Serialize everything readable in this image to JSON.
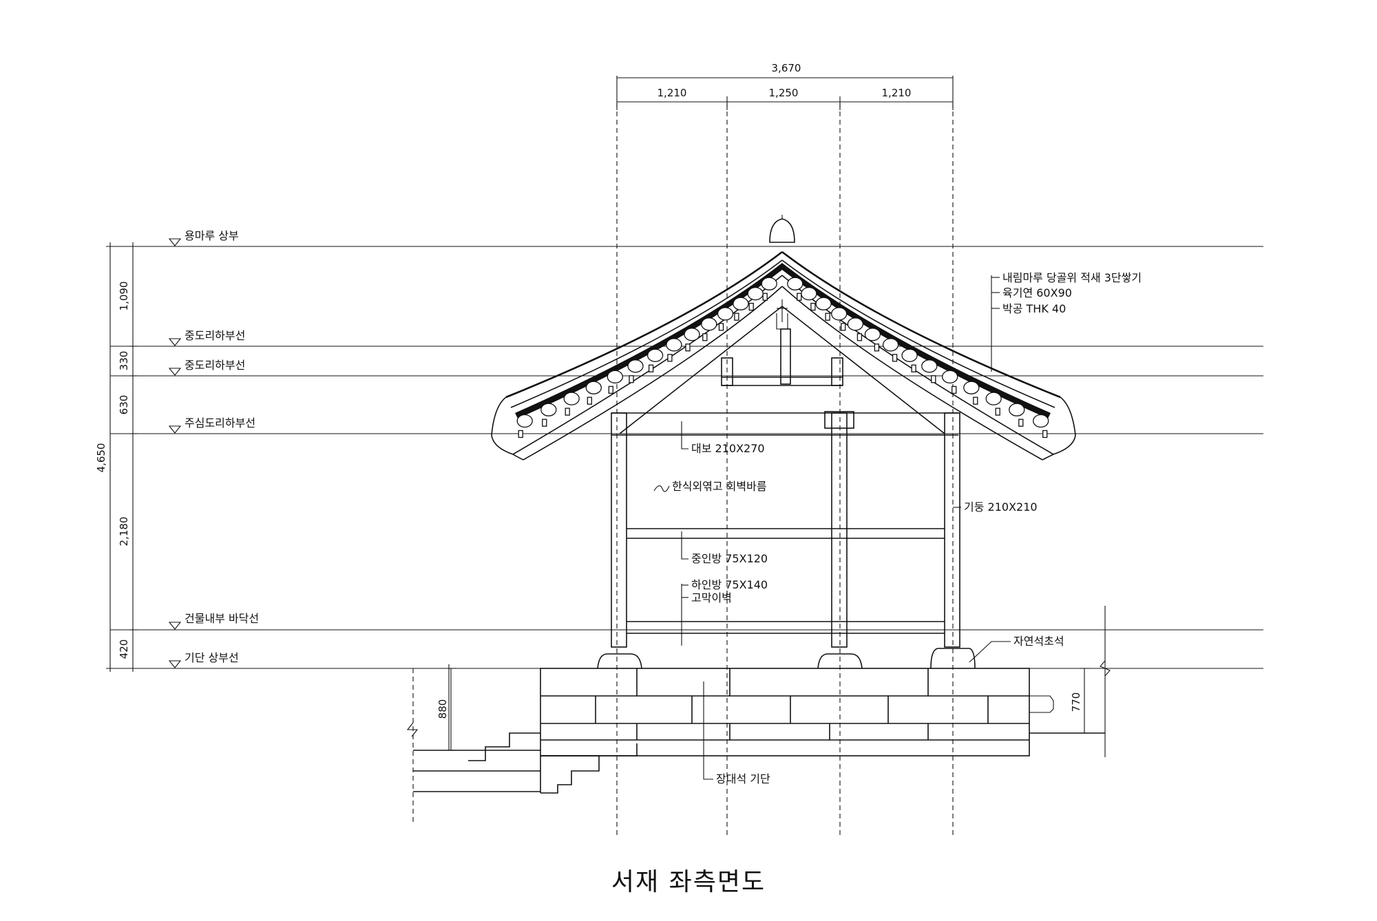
{
  "title": "서재 좌측면도",
  "top_dimensions": {
    "total": "3,670",
    "segments": [
      "1,210",
      "1,250",
      "1,210"
    ]
  },
  "level_labels": {
    "ridge_top": "용마루 상부",
    "middle_purlin_1": "중도리하부선",
    "middle_purlin_2": "중도리하부선",
    "main_purlin": "주심도리하부선",
    "floor_line": "건물내부 바닥선",
    "platform_top": "기단 상부선"
  },
  "left_dimensions": {
    "total": "4,650",
    "segments": [
      "1,090",
      "330",
      "630",
      "2,180",
      "420"
    ]
  },
  "annotations": {
    "ridge_note": "내림마루 당골위 적새 3단쌓기",
    "eave_rafter": "육기연 60X90",
    "gable_board": "박공 THK 40",
    "beam": "대보 210X270",
    "wall": "한식외엮고 회벽바름",
    "column": "기둥 210X210",
    "middle_tie": "중인방 75X120",
    "lower_tie": "하인방 75X140",
    "lower_wall": "고막이벽",
    "base_stone": "자연석초석",
    "platform": "장대석 기단"
  },
  "foundation_dimensions": {
    "left": "880",
    "right": "770"
  }
}
